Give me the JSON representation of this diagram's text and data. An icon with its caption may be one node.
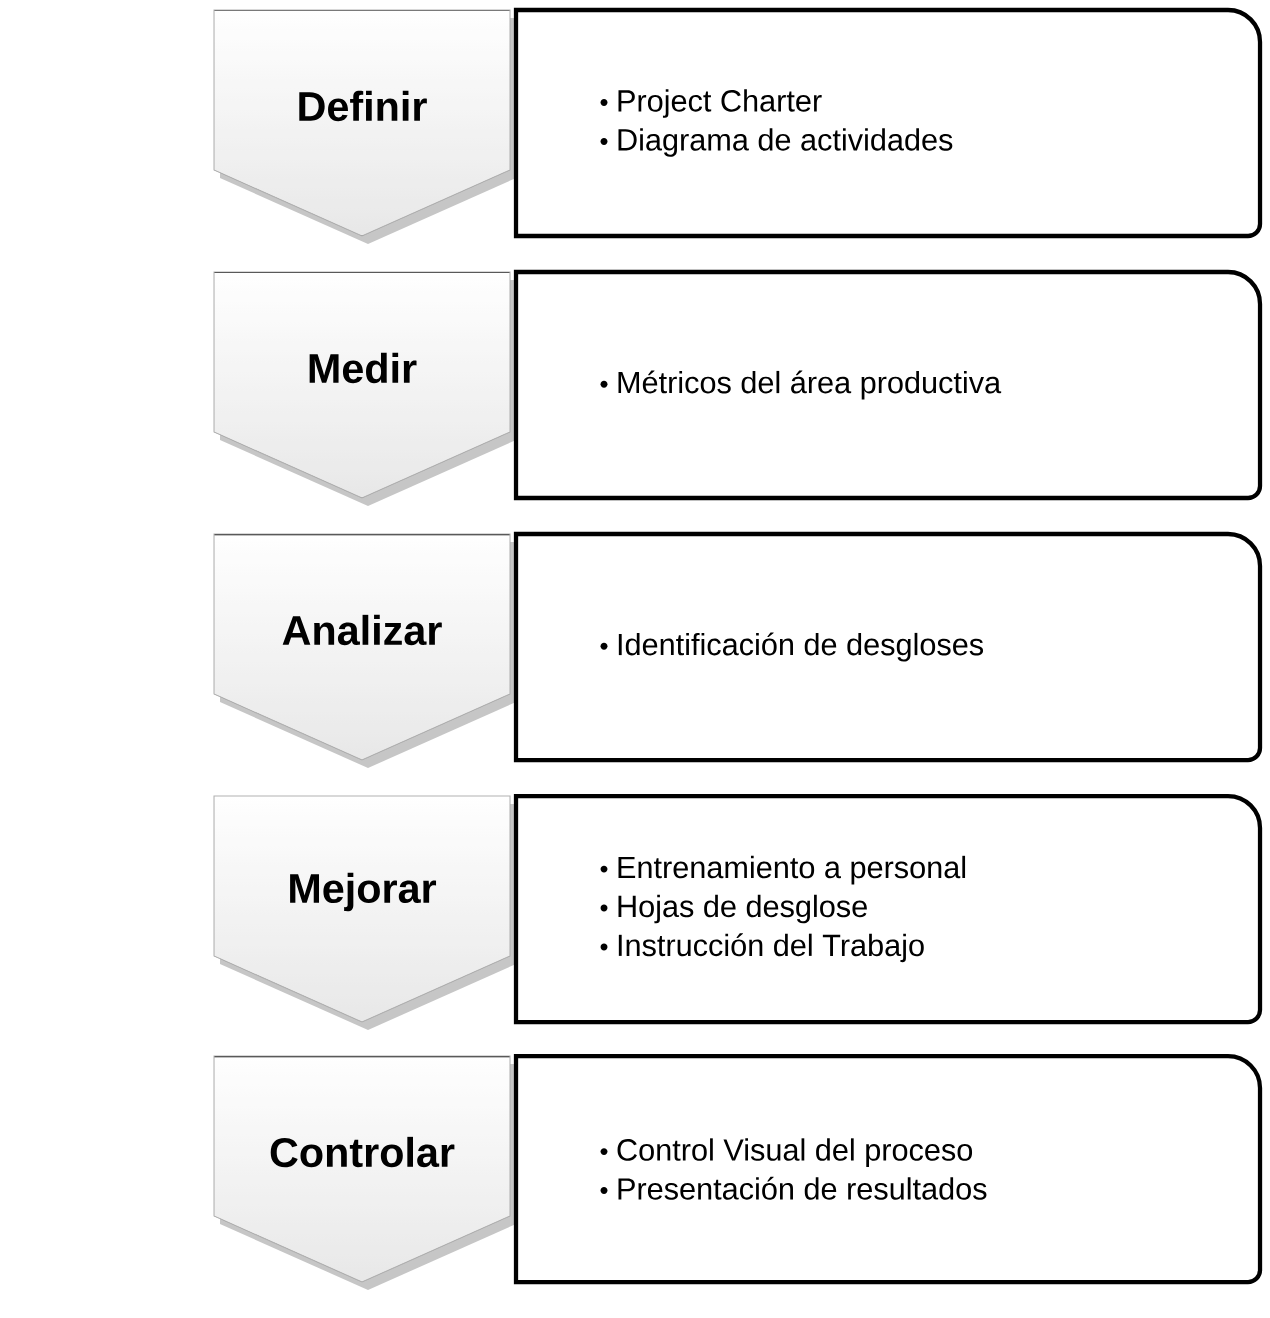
{
  "diagram": {
    "nodes": [
      {
        "text": [
          "Definir"
        ]
      },
      {
        "text": [
          "Project Charter",
          "Diagrama de actividades"
        ]
      },
      {
        "text": [
          "Medir"
        ]
      },
      {
        "text": [
          "Métricos del área productiva"
        ]
      },
      {
        "text": [
          "Analizar"
        ]
      },
      {
        "text": [
          "Identificación de desgloses"
        ]
      },
      {
        "text": [
          "Mejorar"
        ]
      },
      {
        "text": [
          "Entrenamiento a personal",
          "Hojas de desglose",
          "Instrucción del Trabajo"
        ]
      },
      {
        "text": [
          "Controlar"
        ]
      },
      {
        "text": [
          "Control Visual del proceso",
          "Presentación de resultados"
        ]
      }
    ]
  }
}
